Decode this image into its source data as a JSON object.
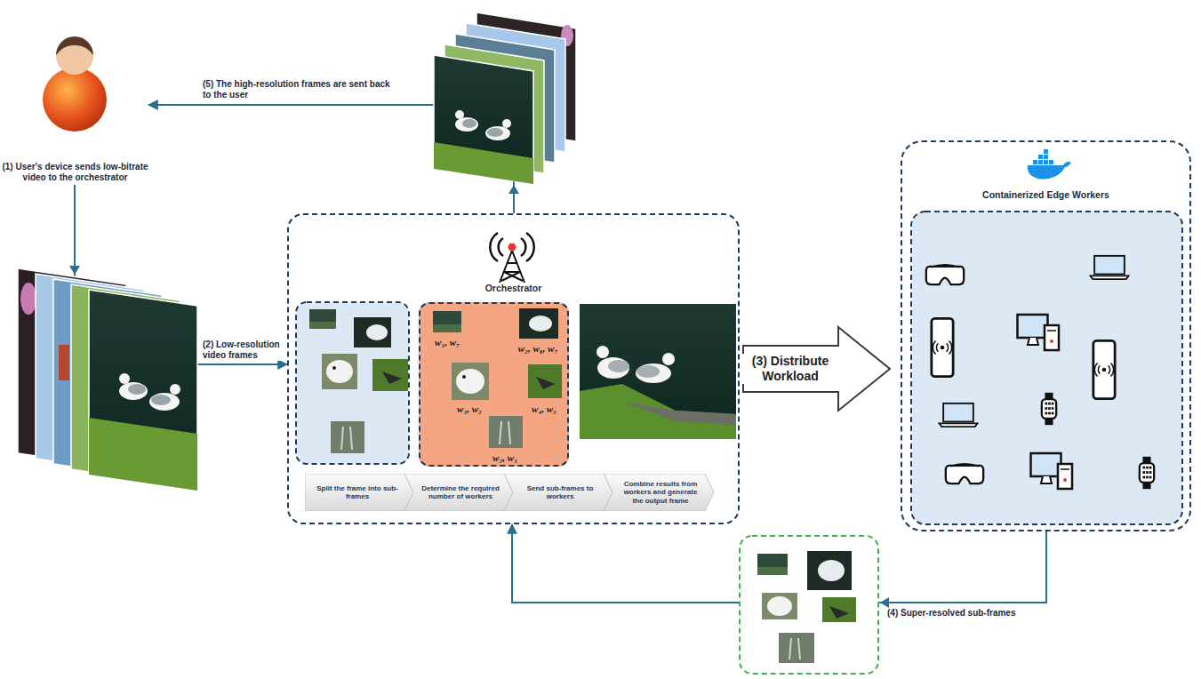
{
  "diagram": {
    "nodes": [
      {
        "text": [
          "(1) User's device sends low-bitrate video to the orchestrator"
        ]
      },
      {
        "text": [
          "Orchestrator"
        ]
      },
      {
        "text": [
          "w₁, w₇",
          "w₂, w₆, w₇",
          "w₃, w₂",
          "w₄, w₅",
          "w₂, w₃"
        ],
        "in": 1
      },
      {
        "text": [
          "Split the frame into sub-frames"
        ],
        "in": 1
      },
      {
        "text": [
          "Determine the required number of workers"
        ],
        "in": 1
      },
      {
        "text": [
          "Send sub-frames to workers"
        ],
        "in": 1
      },
      {
        "text": [
          "Combine results from workers and generate the output frame"
        ],
        "in": 1
      },
      {
        "text": [
          "Containerized Edge Workers"
        ]
      }
    ],
    "edges": [
      {
        "from": 0,
        "to": 1,
        "arrow": "to",
        "label": "(2) Low-resolution video frames"
      },
      {
        "from": 1,
        "to": 7,
        "arrow": "to",
        "label": "(3) Distribute Workload"
      },
      {
        "from": 7,
        "to": 1,
        "arrow": "to",
        "label": "(4) Super-resolved sub-frames"
      },
      {
        "from": 1,
        "to": 0,
        "arrow": "to",
        "label": "(5) The high-resolution frames are sent back to the user"
      }
    ]
  }
}
